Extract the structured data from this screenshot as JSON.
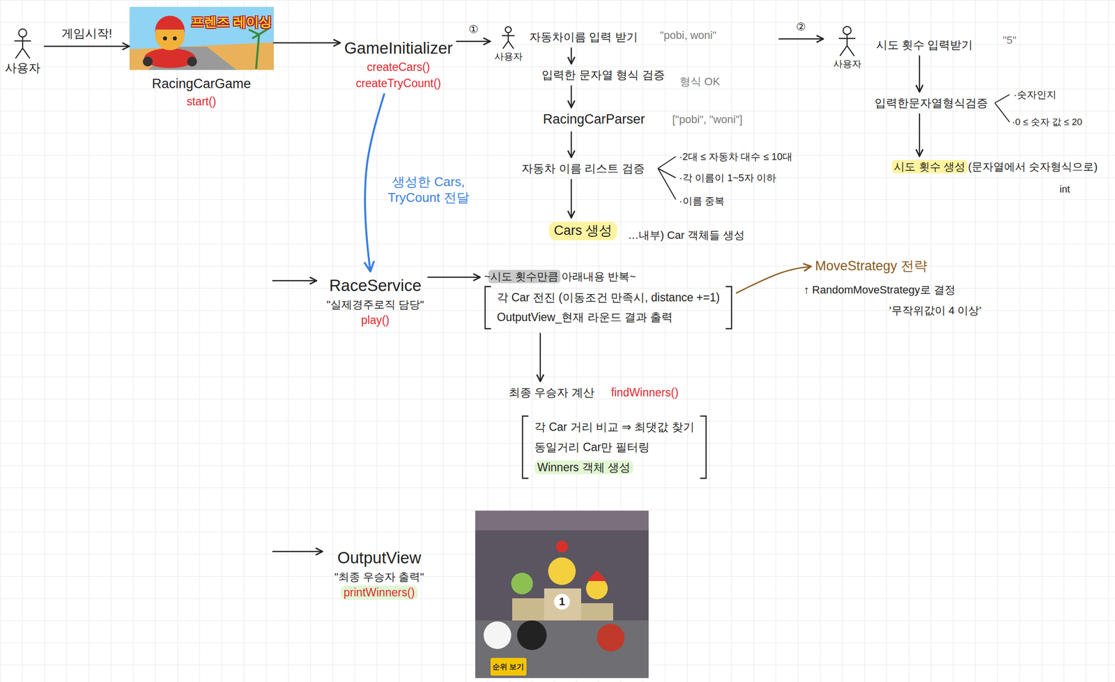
{
  "diagram": {
    "nodes": [
      {
        "text": [
          "사용자"
        ]
      },
      {
        "text": [
          "RacingCarGame",
          "start()"
        ]
      },
      {
        "text": [
          "GameInitializer",
          "createCars()",
          "createTryCount()"
        ]
      },
      {
        "text": [
          "사용자"
        ]
      },
      {
        "text": [
          "자동차이름 입력 받기"
        ]
      },
      {
        "text": [
          "입력한 문자열 형식 검증"
        ]
      },
      {
        "text": [
          "RacingCarParser"
        ]
      },
      {
        "text": [
          "자동차 이름 리스트 검증"
        ]
      },
      {
        "text": [
          "Cars 생성"
        ]
      },
      {
        "text": [
          "사용자"
        ]
      },
      {
        "text": [
          "시도 횟수 입력받기"
        ]
      },
      {
        "text": [
          "입력한문자열형식검증"
        ]
      },
      {
        "text": [
          "시도 횟수 생성 (문자열에서 숫자형식으로)"
        ]
      },
      {
        "text": [
          "RaceService",
          "\"실제경주로직 담당\"",
          "play()"
        ]
      },
      {
        "text": [
          "~시도 횟수만큼 아래내용 반복~",
          "각 Car 전진 (이동조건 만족시, distance +=1)",
          "OutputView_현재 라운드 결과 출력"
        ]
      },
      {
        "text": [
          "MoveStrategy 전략"
        ]
      },
      {
        "text": [
          "최종 우승자 계산",
          "findWinners()"
        ]
      },
      {
        "text": [
          "각 Car 거리 비교 ⇒ 최댓값 찾기",
          "동일거리 Car만 필터링",
          "Winners 객체 생성"
        ]
      },
      {
        "text": [
          "OutputView",
          "\"최종 우승자 출력\"",
          "printWinners()"
        ]
      }
    ],
    "edges": [
      {
        "from": 0,
        "to": 1,
        "label": "게임시작!",
        "arrow": "to"
      },
      {
        "from": 1,
        "to": 2,
        "arrow": "to"
      },
      {
        "from": 2,
        "to": 3,
        "label": "①",
        "arrow": "to"
      },
      {
        "from": 4,
        "to": 5,
        "arrow": "to"
      },
      {
        "from": 5,
        "to": 6,
        "arrow": "to"
      },
      {
        "from": 6,
        "to": 7,
        "arrow": "to"
      },
      {
        "from": 7,
        "to": 8,
        "arrow": "to"
      },
      {
        "from": 10,
        "to": 11,
        "arrow": "to"
      },
      {
        "from": 11,
        "to": 12,
        "arrow": "to"
      },
      {
        "from": 2,
        "to": 13,
        "label": "생성한 Cars, TryCount 전달",
        "arrow": "to"
      },
      {
        "from": 13,
        "to": 14,
        "arrow": "to"
      },
      {
        "from": 14,
        "to": 15,
        "arrow": "to"
      },
      {
        "from": 14,
        "to": 16,
        "arrow": "to"
      }
    ],
    "labels": [
      "\"pobi, woni\"",
      "형식 OK",
      "[\"pobi\", \"woni\"]",
      "·2대 ≤ 자동차 대수 ≤ 10대",
      "·각 이름이 1~5자 이하",
      "·이름 중복",
      "…내부) Car 객체들 생성",
      "②",
      "\"5\"",
      "·숫자인지",
      "·0 ≤ 숫자 값 ≤ 20",
      "int",
      "↑ RandomMoveStrategy로 결정",
      "'무작위값이 4 이상'",
      "프렌즈 레이싱",
      "순위 보기",
      "1"
    ]
  }
}
